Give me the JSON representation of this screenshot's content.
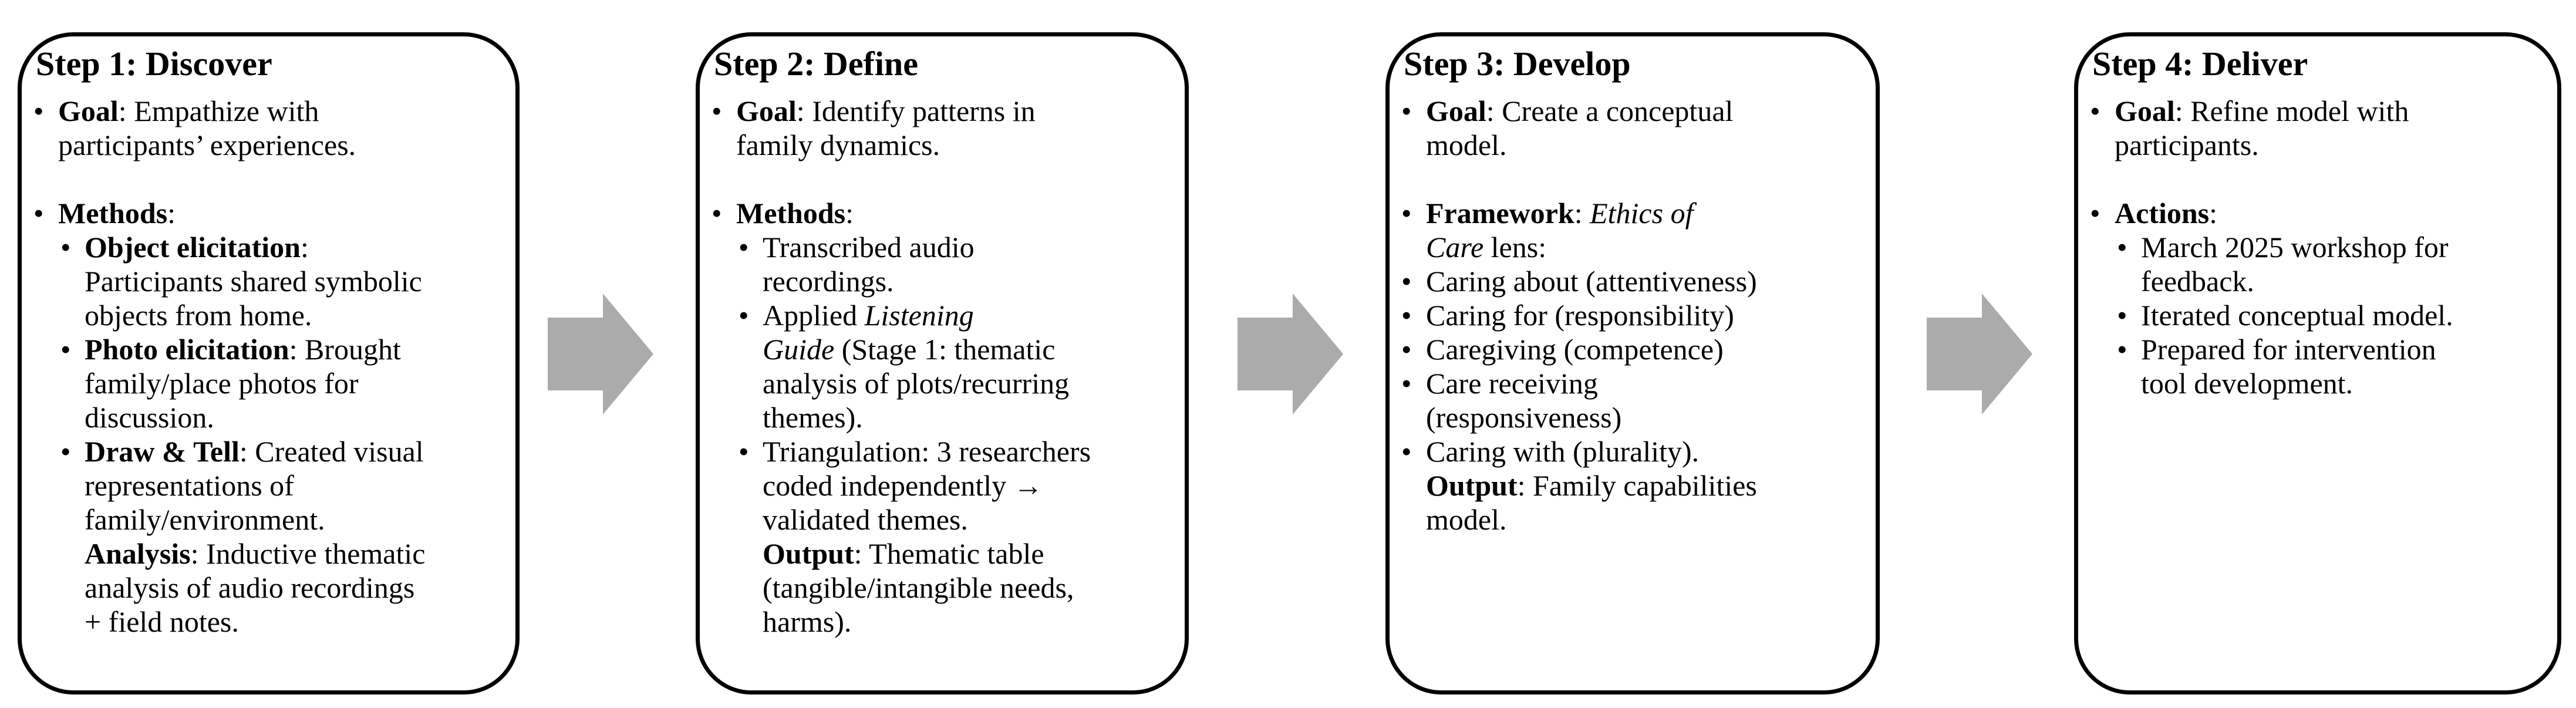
{
  "diagram": {
    "background": "#ffffff",
    "box_border_color": "#000000",
    "arrow_color": "#ababab",
    "bullet_char": "•",
    "steps": [
      {
        "title": "Step 1: Discover",
        "items": [
          {
            "level": 1,
            "gap_after": true,
            "runs": [
              {
                "t": "Goal",
                "b": 1
              },
              {
                "t": ": Empathize with\nparticipants’ experiences."
              }
            ]
          },
          {
            "level": 1,
            "runs": [
              {
                "t": "Methods",
                "b": 1
              },
              {
                "t": ":"
              }
            ]
          },
          {
            "level": 2,
            "runs": [
              {
                "t": "Object elicitation",
                "b": 1
              },
              {
                "t": ":\nParticipants shared symbolic\nobjects from home."
              }
            ]
          },
          {
            "level": 2,
            "runs": [
              {
                "t": "Photo elicitation",
                "b": 1
              },
              {
                "t": ": Brought\nfamily/place photos for\ndiscussion."
              }
            ]
          },
          {
            "level": 2,
            "runs": [
              {
                "t": "Draw & Tell",
                "b": 1
              },
              {
                "t": ": Created visual\nrepresentations of\nfamily/environment.\n"
              },
              {
                "t": "Analysis",
                "b": 1
              },
              {
                "t": ": Inductive thematic\nanalysis of audio recordings\n+ field notes."
              }
            ]
          }
        ]
      },
      {
        "title": "Step 2: Define",
        "items": [
          {
            "level": 1,
            "gap_after": true,
            "runs": [
              {
                "t": "Goal",
                "b": 1
              },
              {
                "t": ": Identify patterns in\nfamily dynamics."
              }
            ]
          },
          {
            "level": 1,
            "runs": [
              {
                "t": "Methods",
                "b": 1
              },
              {
                "t": ":"
              }
            ]
          },
          {
            "level": 2,
            "runs": [
              {
                "t": "Transcribed audio\nrecordings."
              }
            ]
          },
          {
            "level": 2,
            "runs": [
              {
                "t": "Applied "
              },
              {
                "t": "Listening\nGuide",
                "i": 1
              },
              {
                "t": " (Stage 1: thematic\nanalysis of plots/recurring\nthemes)."
              }
            ]
          },
          {
            "level": 2,
            "runs": [
              {
                "t": "Triangulation: 3 researchers\ncoded independently →\nvalidated themes.\n"
              },
              {
                "t": "Output",
                "b": 1
              },
              {
                "t": ": Thematic table\n(tangible/intangible needs,\nharms)."
              }
            ]
          }
        ]
      },
      {
        "title": "Step 3: Develop",
        "items": [
          {
            "level": 1,
            "gap_after": true,
            "runs": [
              {
                "t": "Goal",
                "b": 1
              },
              {
                "t": ": Create a conceptual\nmodel."
              }
            ]
          },
          {
            "level": 1,
            "runs": [
              {
                "t": "Framework",
                "b": 1
              },
              {
                "t": ": "
              },
              {
                "t": "Ethics of\nCare",
                "i": 1
              },
              {
                "t": " lens:"
              }
            ]
          },
          {
            "level": 1,
            "runs": [
              {
                "t": "Caring about (attentiveness)"
              }
            ]
          },
          {
            "level": 1,
            "runs": [
              {
                "t": "Caring for (responsibility)"
              }
            ]
          },
          {
            "level": 1,
            "runs": [
              {
                "t": "Caregiving (competence)"
              }
            ]
          },
          {
            "level": 1,
            "runs": [
              {
                "t": "Care receiving\n(responsiveness)"
              }
            ]
          },
          {
            "level": 1,
            "runs": [
              {
                "t": "Caring with (plurality).\n"
              },
              {
                "t": "Output",
                "b": 1
              },
              {
                "t": ": Family capabilities\nmodel."
              }
            ]
          }
        ]
      },
      {
        "title": "Step 4: Deliver",
        "items": [
          {
            "level": 1,
            "gap_after": true,
            "runs": [
              {
                "t": "Goal",
                "b": 1
              },
              {
                "t": ": Refine model with\nparticipants."
              }
            ]
          },
          {
            "level": 1,
            "runs": [
              {
                "t": "Actions",
                "b": 1
              },
              {
                "t": ":"
              }
            ]
          },
          {
            "level": 2,
            "runs": [
              {
                "t": "March 2025 workshop for\nfeedback."
              }
            ]
          },
          {
            "level": 2,
            "runs": [
              {
                "t": "Iterated conceptual model."
              }
            ]
          },
          {
            "level": 2,
            "runs": [
              {
                "t": "Prepared for intervention\ntool development."
              }
            ]
          }
        ]
      }
    ]
  }
}
